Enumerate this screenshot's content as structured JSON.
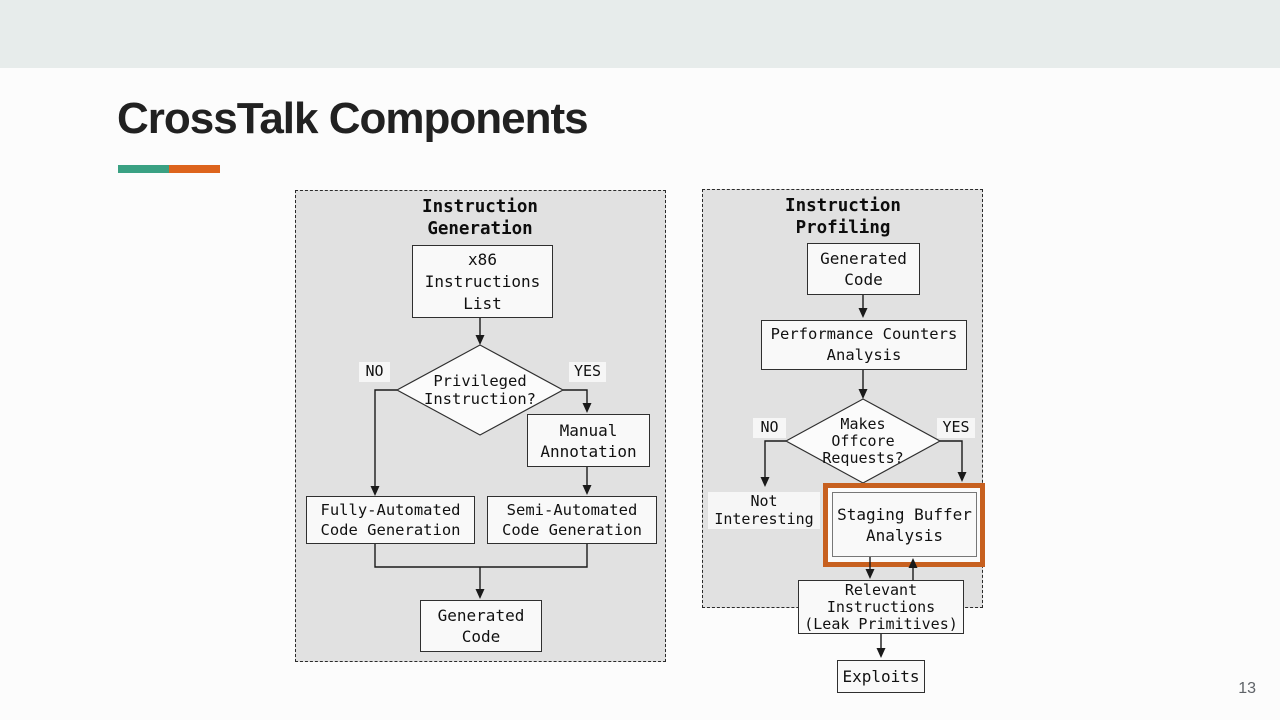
{
  "slide": {
    "title": "CrossTalk Components",
    "page_number": "13"
  },
  "colors": {
    "slide_bg": "#fcfcfc",
    "header_bar": "#e7eceb",
    "accent_teal": "#3aa183",
    "accent_orange": "#dd641d",
    "highlight_orange": "#c7601f",
    "panel_bg": "#e1e1e1",
    "box_bg": "#f9f9f9",
    "box_border": "#2f2f2f",
    "line_color": "#1a1a1a",
    "title_color": "#212121",
    "page_number_color": "#5f6368"
  },
  "left_panel": {
    "title": "Instruction\nGeneration",
    "x86_list": "x86\nInstructions\nList",
    "decision": "Privileged\nInstruction?",
    "no_label": "NO",
    "yes_label": "YES",
    "manual_annotation": "Manual\nAnnotation",
    "fully_automated": "Fully-Automated\nCode Generation",
    "semi_automated": "Semi-Automated\nCode Generation",
    "generated_code": "Generated\nCode"
  },
  "right_panel": {
    "title": "Instruction\nProfiling",
    "generated_code": "Generated\nCode",
    "perf_counters": "Performance Counters\nAnalysis",
    "decision": "Makes\nOffcore\nRequests?",
    "no_label": "NO",
    "yes_label": "YES",
    "not_interesting": "Not\nInteresting",
    "staging_buffer": "Staging Buffer\nAnalysis",
    "relevant_instructions": "Relevant\nInstructions\n(Leak Primitives)",
    "exploits": "Exploits"
  }
}
